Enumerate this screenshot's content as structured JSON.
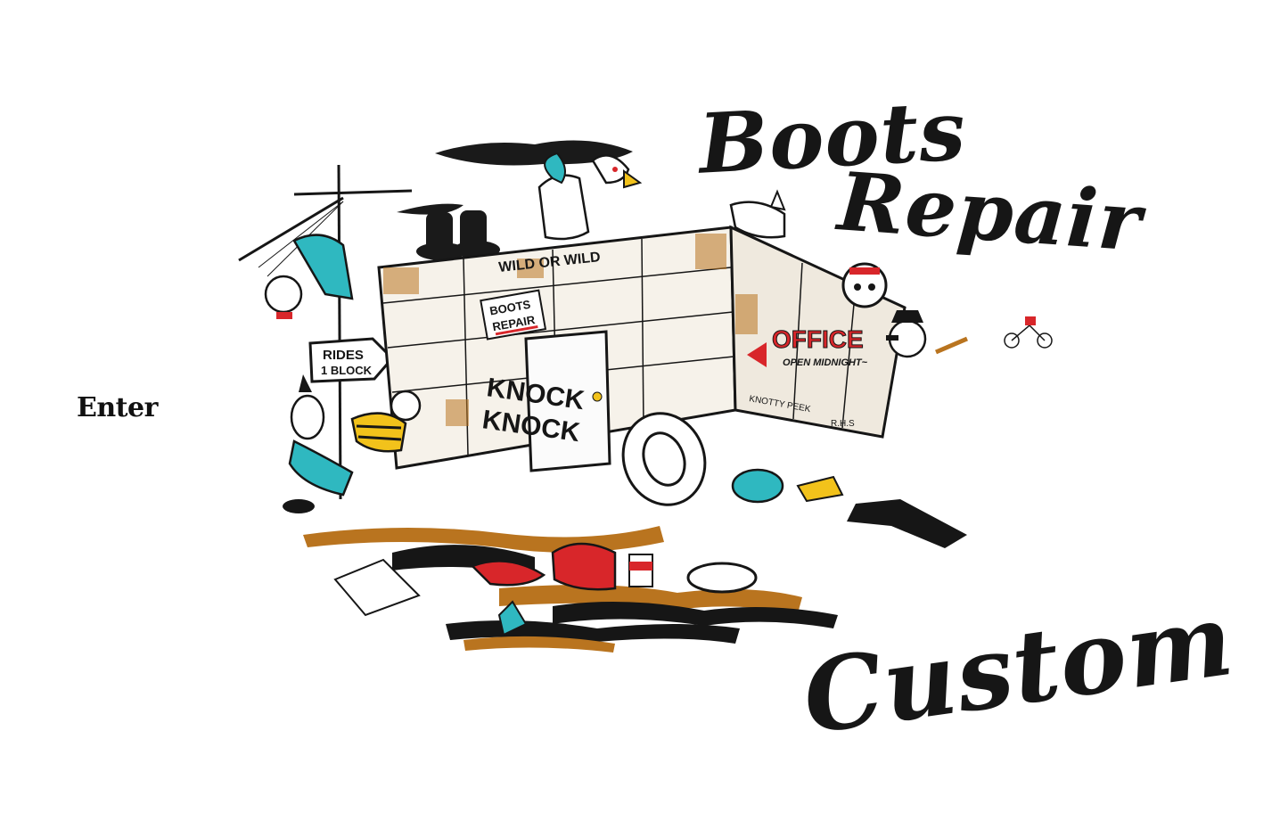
{
  "nav": {
    "enter_label": "Enter"
  },
  "logo": {
    "line1": "Boots",
    "line2": "Repair",
    "line3": "Custom"
  },
  "illustration": {
    "signs": {
      "rides": "RIDES",
      "block": "1 BLOCK",
      "wild": "WILD OR WILD",
      "shop_sign_1": "BOOTS",
      "shop_sign_2": "REPAIR",
      "knock_1": "KNOCK",
      "knock_2": "KNOCK",
      "office": "OFFICE",
      "office_hours": "OPEN MIDNIGHT~",
      "knotty": "KNOTTY PEEK",
      "initials": "R.H.S"
    },
    "colors": {
      "ink": "#161616",
      "accent_red": "#d8262a",
      "accent_teal": "#2fb8c0",
      "accent_yellow": "#f2c21b",
      "rust": "#b9741f"
    }
  }
}
